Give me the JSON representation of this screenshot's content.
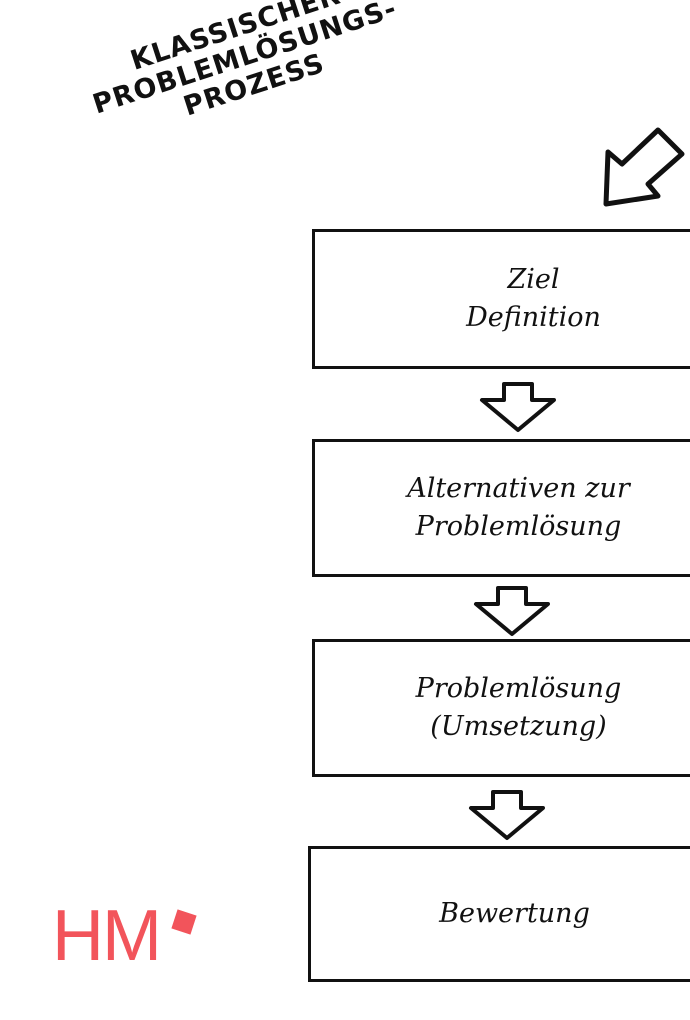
{
  "title": {
    "lines": [
      "KLASSISCHER",
      "PROBLEMLÖSUNGS-",
      "PROZESS"
    ]
  },
  "steps": [
    {
      "text": "Ziel\nDefinition"
    },
    {
      "text": "Alternativen zur\nProblemlösung"
    },
    {
      "text": "Problemlösung\n(Umsetzung)"
    },
    {
      "text": "Bewertung"
    }
  ],
  "logo": {
    "text": "HM",
    "color": "#f2545b"
  },
  "icons": {
    "corner_arrow": "arrow-down-left-icon",
    "step_arrow": "arrow-down-icon"
  }
}
